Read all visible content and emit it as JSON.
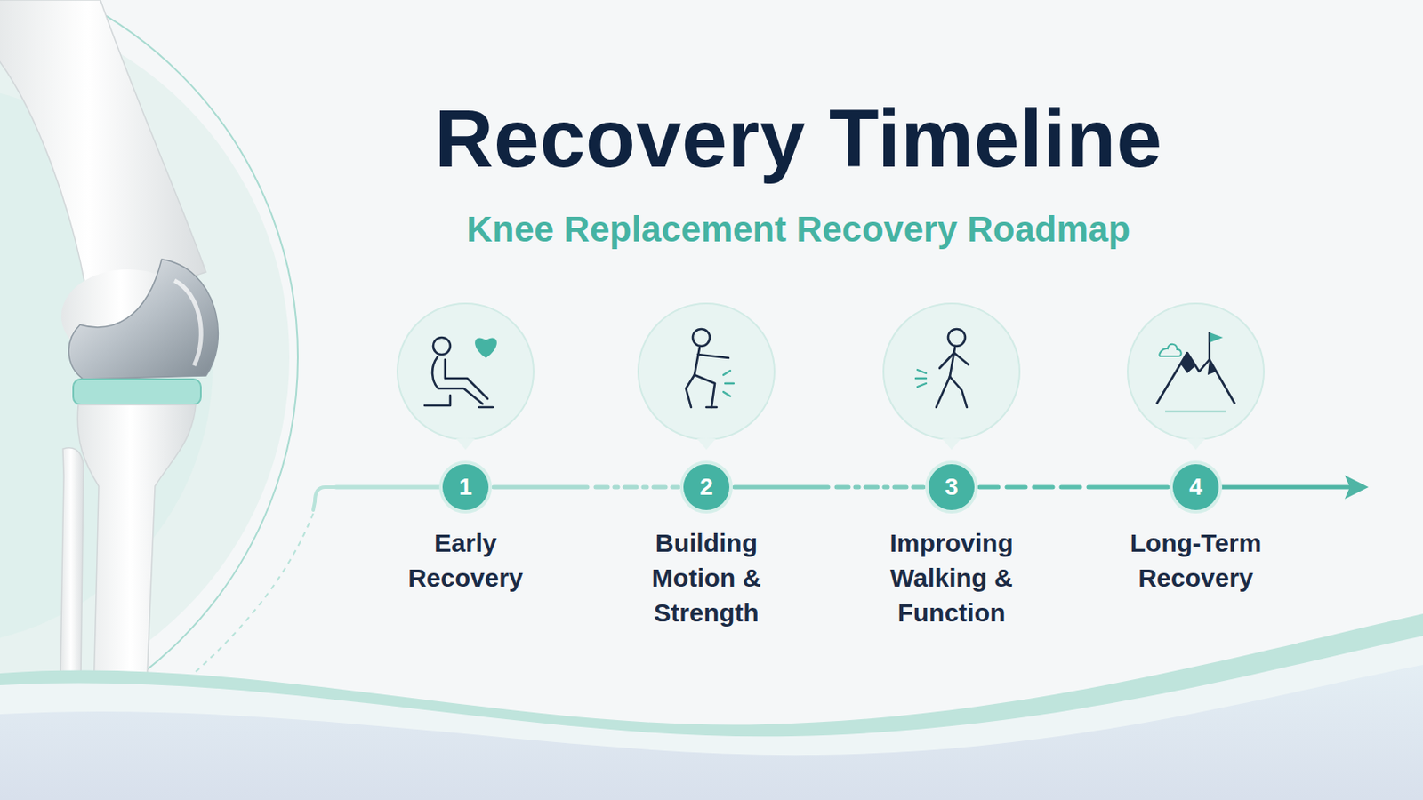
{
  "diagram": {
    "title": "Recovery Timeline",
    "nodes": [
      {
        "text": [
          "1",
          "Early Recovery"
        ]
      },
      {
        "text": [
          "2",
          "Building Motion & Strength"
        ]
      },
      {
        "text": [
          "3",
          "Improving Walking & Function"
        ]
      },
      {
        "text": [
          "4",
          "Long-Term Recovery"
        ]
      }
    ],
    "edges": [
      {
        "from": 0,
        "to": 1,
        "arrow": "none"
      },
      {
        "from": 1,
        "to": 2,
        "arrow": "none"
      },
      {
        "from": 2,
        "to": 3,
        "arrow": "none"
      }
    ],
    "labels": [
      "Knee Replacement Recovery Roadmap"
    ]
  }
}
